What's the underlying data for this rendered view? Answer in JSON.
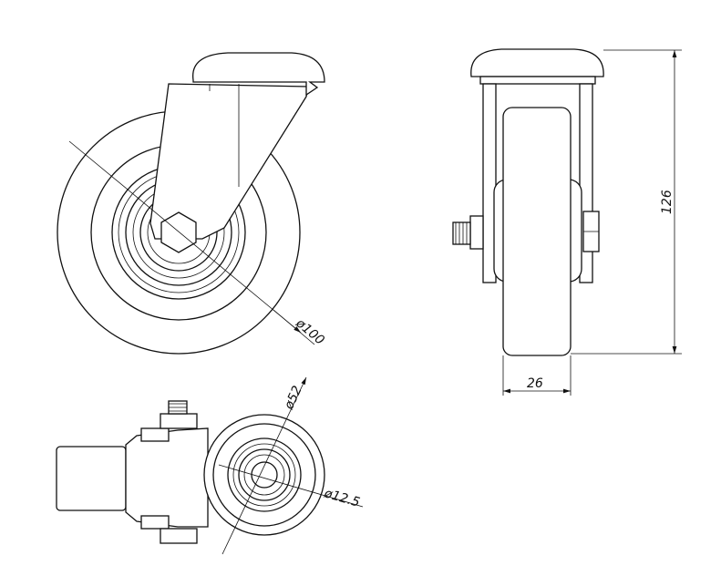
{
  "drawing": {
    "views": [
      "front-view",
      "side-view",
      "bottom-view"
    ],
    "dimensions": {
      "wheel_diameter": "ø100",
      "overall_height": "126",
      "wheel_width": "26",
      "hub_diameter": "ø52",
      "bore_diameter": "ø12.5"
    },
    "line_color": "#111111",
    "background": "#ffffff"
  }
}
